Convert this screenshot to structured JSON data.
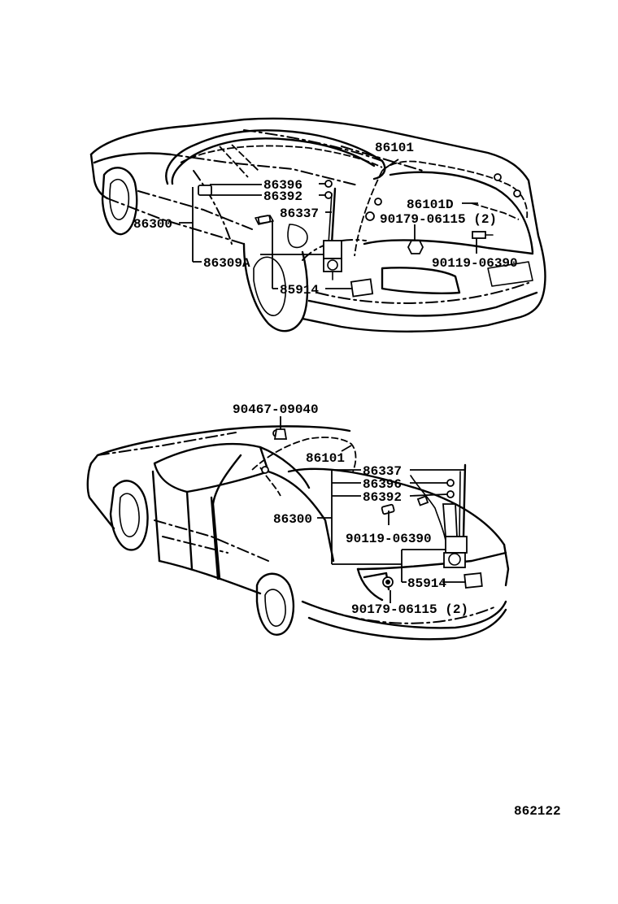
{
  "upper_view": {
    "labels": {
      "p86101": "86101",
      "p86396": "86396",
      "p86392": "86392",
      "p86337": "86337",
      "p86300": "86300",
      "p86309A": "86309A",
      "p85914": "85914",
      "p86101D": "86101D",
      "p90179": "90179-06115 (2)",
      "p90119": "90119-06390"
    }
  },
  "lower_view": {
    "labels": {
      "p90467": "90467-09040",
      "p86101": "86101",
      "p86337": "86337",
      "p86396": "86396",
      "p86392": "86392",
      "p86300": "86300",
      "p90119": "90119-06390",
      "p85914": "85914",
      "p90179": "90179-06115 (2)"
    }
  },
  "figure_number": "862122"
}
